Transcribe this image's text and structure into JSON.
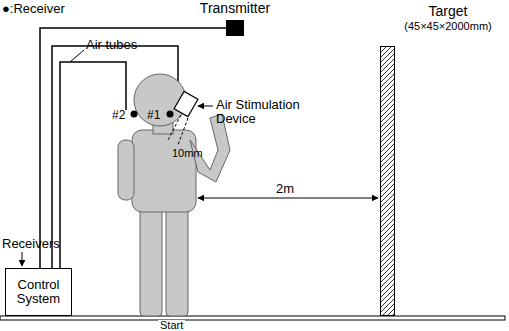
{
  "diagram": {
    "nodes": [
      {
        "text": [
          "Control System"
        ]
      },
      {
        "text": [
          "Transmitter"
        ]
      },
      {
        "text": [
          "Target",
          "(45×45×2000mm)"
        ]
      }
    ],
    "edges": [
      {
        "from": 0,
        "to": 1,
        "arrow": "none"
      }
    ],
    "labels": [
      "●:Receiver",
      "Air tubes",
      "#2",
      "#1",
      "Air Stimulation Device",
      "10mm",
      "2m",
      "Receivers",
      "Start"
    ]
  }
}
